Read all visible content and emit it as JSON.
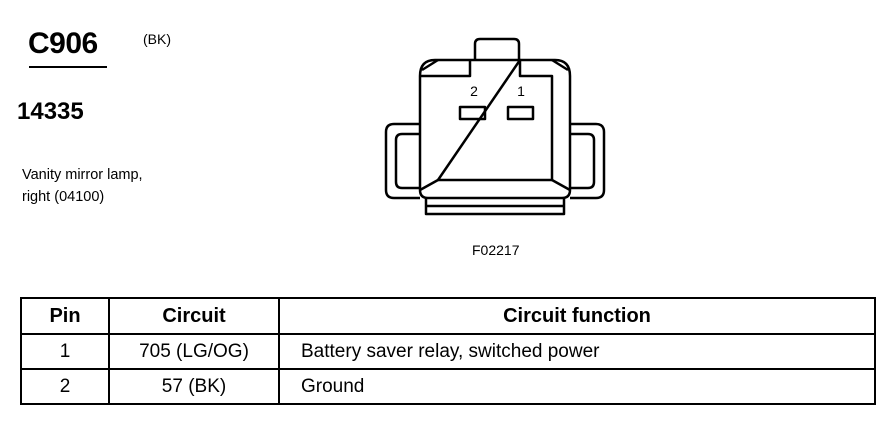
{
  "header": {
    "connector_id": "C906",
    "connector_color": "(BK)",
    "part_number": "14335",
    "description_line1": "Vanity mirror lamp,",
    "description_line2": "right (04100)"
  },
  "figure": {
    "code": "F02217",
    "pin_labels": [
      "2",
      "1"
    ]
  },
  "table": {
    "headers": [
      "Pin",
      "Circuit",
      "Circuit function"
    ],
    "rows": [
      {
        "pin": "1",
        "circuit": "705 (LG/OG)",
        "function": "Battery saver relay, switched power"
      },
      {
        "pin": "2",
        "circuit": "57 (BK)",
        "function": "Ground"
      }
    ]
  }
}
